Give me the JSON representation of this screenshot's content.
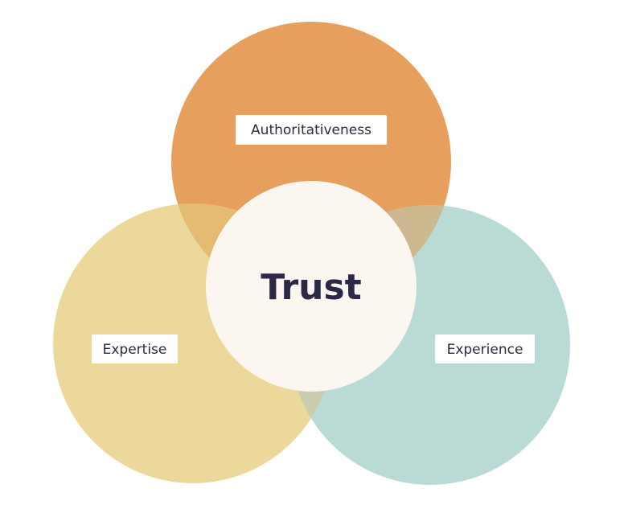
{
  "diagram": {
    "center": "Trust",
    "top": "Authoritativeness",
    "left": "Expertise",
    "right": "Experience"
  },
  "colors": {
    "top_circle": "#E69F5C",
    "left_circle": "#EDD89B",
    "right_circle": "#BADBD5",
    "overlap_top_left": "#E5BA72",
    "overlap_top_right": "#CCB98F",
    "overlap_left_right": "#C9CEAF",
    "center_circle": "#FCF6F0",
    "text": "#2E2A3F"
  }
}
